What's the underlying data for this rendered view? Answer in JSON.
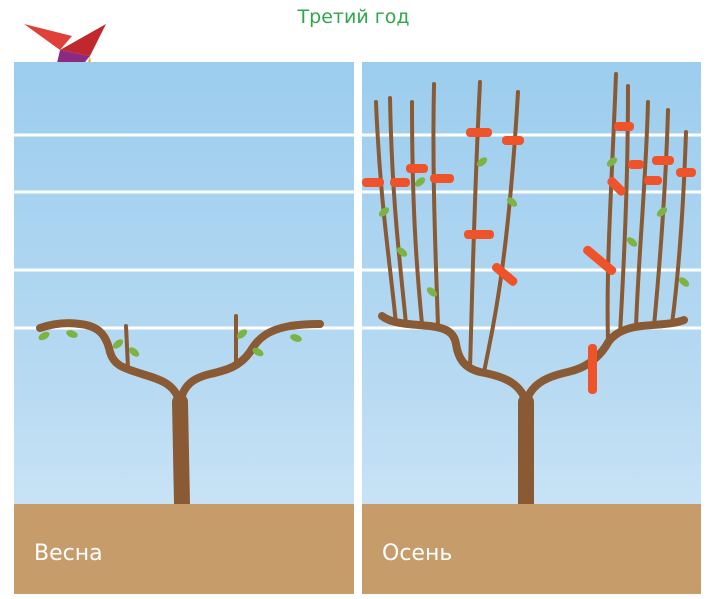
{
  "title": "Третий год",
  "panels": {
    "left": {
      "label": "Весна"
    },
    "right": {
      "label": "Осень"
    }
  },
  "colors": {
    "title": "#2ea84a",
    "sky": "#a9d4f0",
    "wire": "#ffffff",
    "vine": "#8a5a35",
    "vine_edge": "#6e4324",
    "leaf": "#7cb342",
    "ground": "#c69c6a",
    "cut_mark": "#f0522a"
  }
}
